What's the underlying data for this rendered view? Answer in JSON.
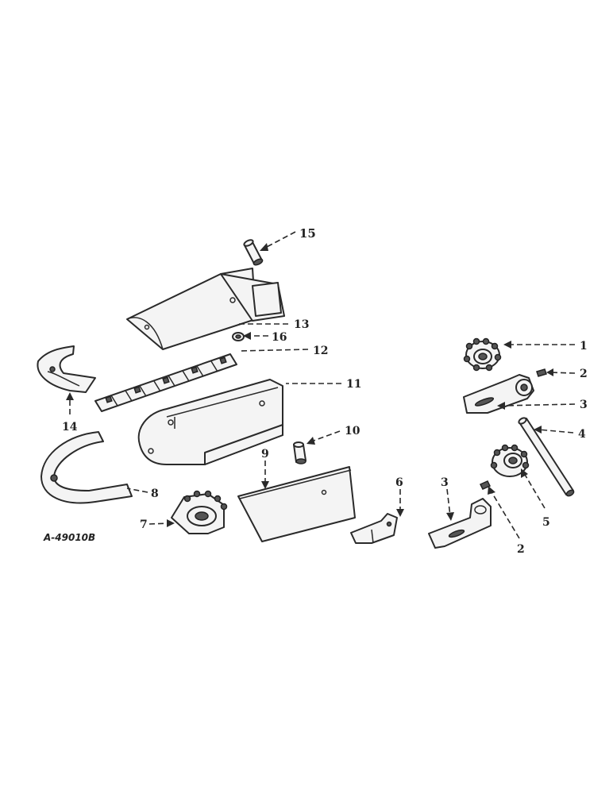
{
  "drawing_id": "A-49010B",
  "callouts": [
    "1",
    "2",
    "3",
    "4",
    "5",
    "6",
    "7",
    "8",
    "9",
    "10",
    "11",
    "12",
    "13",
    "14",
    "15",
    "16"
  ]
}
